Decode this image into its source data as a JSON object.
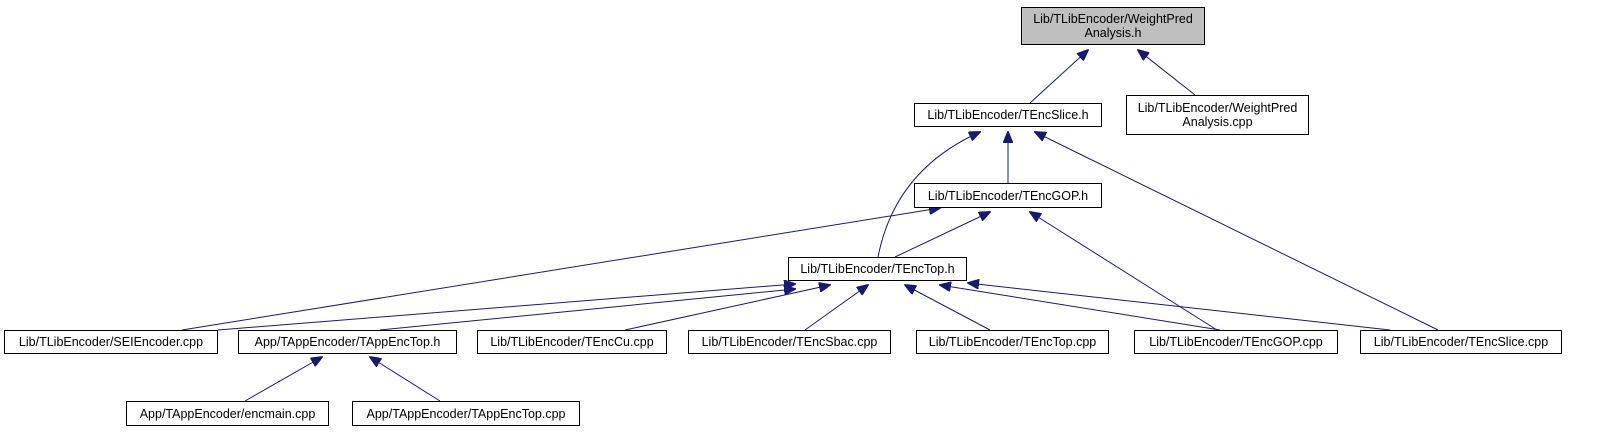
{
  "diagram": {
    "type": "include-dependency-graph",
    "edge_color": "#191970",
    "root_fill": "#bfbfbf",
    "nodes": [
      {
        "id": "wpa_h",
        "lines": [
          "Lib/TLibEncoder/WeightPred",
          "Analysis.h"
        ],
        "root": true
      },
      {
        "id": "tencslice_h",
        "lines": [
          "Lib/TLibEncoder/TEncSlice.h"
        ]
      },
      {
        "id": "wpa_cpp",
        "lines": [
          "Lib/TLibEncoder/WeightPred",
          "Analysis.cpp"
        ]
      },
      {
        "id": "tencgop_h",
        "lines": [
          "Lib/TLibEncoder/TEncGOP.h"
        ]
      },
      {
        "id": "tenctop_h",
        "lines": [
          "Lib/TLibEncoder/TEncTop.h"
        ]
      },
      {
        "id": "seiencoder_cpp",
        "lines": [
          "Lib/TLibEncoder/SEIEncoder.cpp"
        ]
      },
      {
        "id": "tappenctop_h",
        "lines": [
          "App/TAppEncoder/TAppEncTop.h"
        ]
      },
      {
        "id": "tenccu_cpp",
        "lines": [
          "Lib/TLibEncoder/TEncCu.cpp"
        ]
      },
      {
        "id": "tencsbac_cpp",
        "lines": [
          "Lib/TLibEncoder/TEncSbac.cpp"
        ]
      },
      {
        "id": "tenctop_cpp",
        "lines": [
          "Lib/TLibEncoder/TEncTop.cpp"
        ]
      },
      {
        "id": "tencgop_cpp",
        "lines": [
          "Lib/TLibEncoder/TEncGOP.cpp"
        ]
      },
      {
        "id": "tencslice_cpp",
        "lines": [
          "Lib/TLibEncoder/TEncSlice.cpp"
        ]
      },
      {
        "id": "encmain_cpp",
        "lines": [
          "App/TAppEncoder/encmain.cpp"
        ]
      },
      {
        "id": "tappenctop_cpp",
        "lines": [
          "App/TAppEncoder/TAppEncTop.cpp"
        ]
      }
    ],
    "edges": [
      {
        "from": "tencslice_h",
        "to": "wpa_h"
      },
      {
        "from": "wpa_cpp",
        "to": "wpa_h"
      },
      {
        "from": "tencgop_h",
        "to": "tencslice_h"
      },
      {
        "from": "tenctop_h",
        "to": "tencslice_h"
      },
      {
        "from": "tencslice_cpp",
        "to": "tencslice_h"
      },
      {
        "from": "tenctop_h",
        "to": "tencgop_h"
      },
      {
        "from": "seiencoder_cpp",
        "to": "tencgop_h"
      },
      {
        "from": "tencgop_cpp",
        "to": "tencgop_h"
      },
      {
        "from": "seiencoder_cpp",
        "to": "tenctop_h"
      },
      {
        "from": "tappenctop_h",
        "to": "tenctop_h"
      },
      {
        "from": "tenccu_cpp",
        "to": "tenctop_h"
      },
      {
        "from": "tencsbac_cpp",
        "to": "tenctop_h"
      },
      {
        "from": "tenctop_cpp",
        "to": "tenctop_h"
      },
      {
        "from": "tencgop_cpp",
        "to": "tenctop_h"
      },
      {
        "from": "tencslice_cpp",
        "to": "tenctop_h"
      },
      {
        "from": "encmain_cpp",
        "to": "tappenctop_h"
      },
      {
        "from": "tappenctop_cpp",
        "to": "tappenctop_h"
      }
    ]
  }
}
